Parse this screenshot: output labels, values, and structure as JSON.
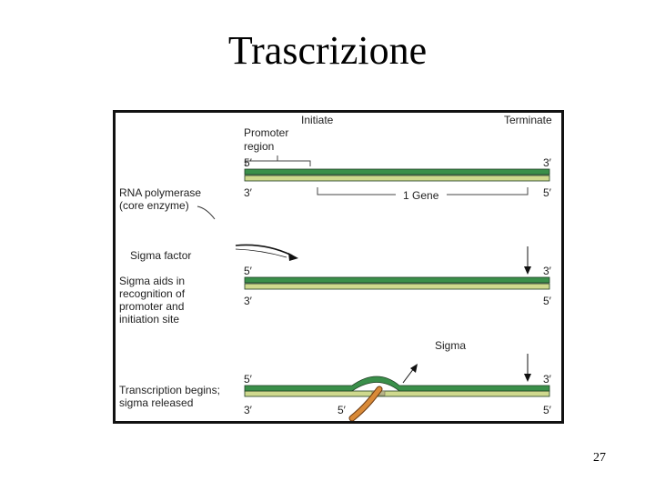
{
  "slide": {
    "title": "Trascrizione",
    "page_number": "27"
  },
  "diagram": {
    "header": {
      "initiate": "Initiate",
      "terminate": "Terminate"
    },
    "promoter_label_1": "Promoter",
    "promoter_label_2": "region",
    "gene_label": "1 Gene",
    "left_labels": {
      "rna_polymerase_1": "RNA polymerase",
      "rna_polymerase_2": "(core enzyme)",
      "sigma_factor": "Sigma factor",
      "sigma_aids_1": "Sigma aids in",
      "sigma_aids_2": "recognition of",
      "sigma_aids_3": "promoter and",
      "sigma_aids_4": "initiation site",
      "transcription_1": "Transcription begins;",
      "transcription_2": "sigma released"
    },
    "sigma_label": "Sigma",
    "ends": {
      "five": "5′",
      "three": "3′"
    },
    "colors": {
      "template_strand": "#3a8f4a",
      "coding_strand": "#cfd98e",
      "rna": "#d98a38",
      "outline": "#1f3d22"
    }
  }
}
